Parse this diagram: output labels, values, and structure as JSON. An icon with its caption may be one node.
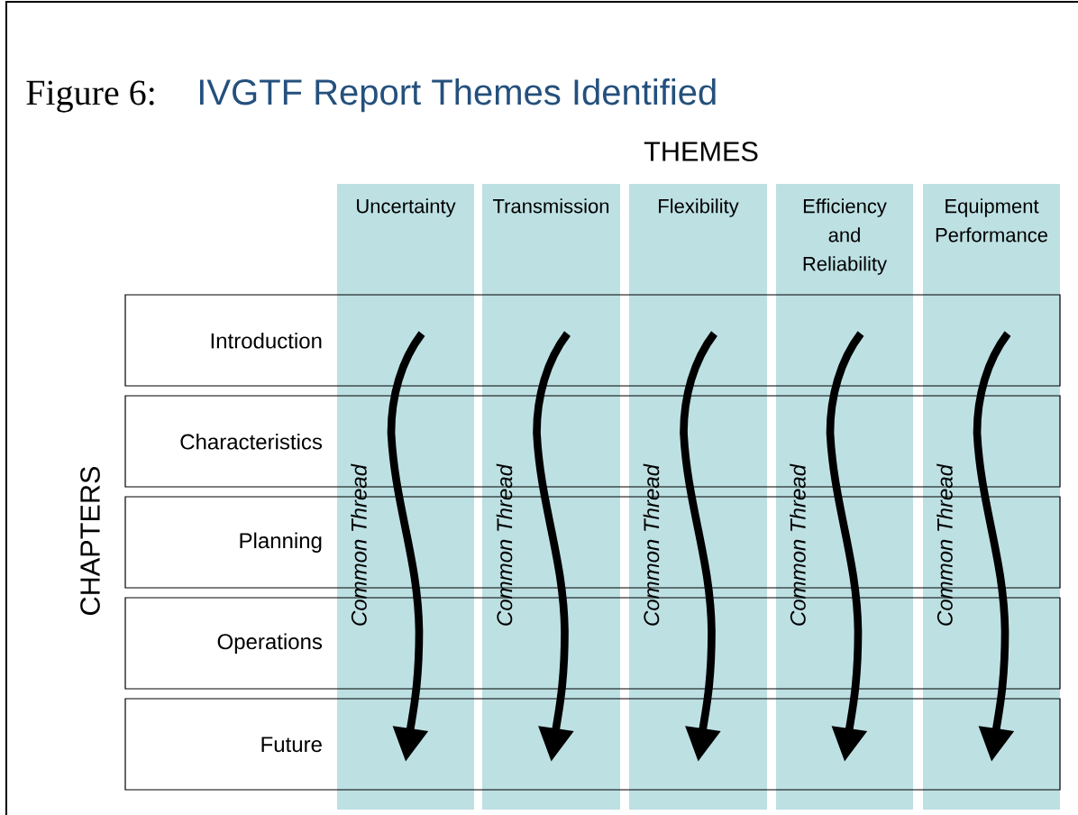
{
  "diagram": {
    "title": "IVGTF Report Themes Identified",
    "nodes": [
      {
        "text": [
          "Uncertainty"
        ]
      },
      {
        "text": [
          "Transmission"
        ]
      },
      {
        "text": [
          "Flexibility"
        ]
      },
      {
        "text": [
          "Efficiency and Reliability"
        ]
      },
      {
        "text": [
          "Equipment Performance"
        ]
      },
      {
        "text": [
          "Introduction"
        ]
      },
      {
        "text": [
          "Characteristics"
        ]
      },
      {
        "text": [
          "Planning"
        ]
      },
      {
        "text": [
          "Operations"
        ]
      },
      {
        "text": [
          "Future"
        ]
      }
    ],
    "labels": [
      "Figure 6:",
      "THEMES",
      "CHAPTERS",
      "Common Thread",
      "Common Thread",
      "Common Thread",
      "Common Thread",
      "Common Thread"
    ]
  }
}
